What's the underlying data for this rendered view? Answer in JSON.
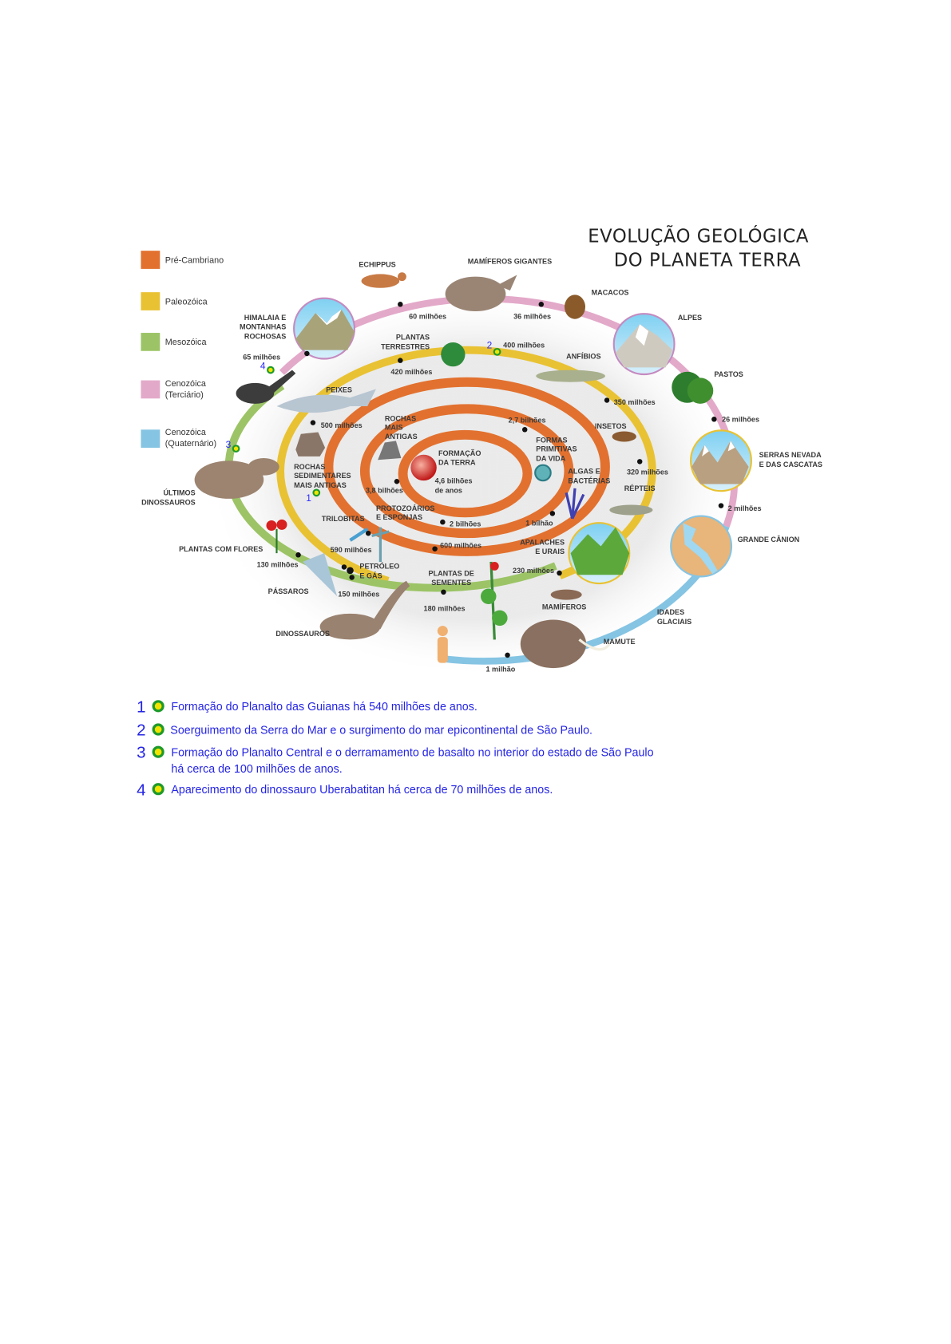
{
  "title": [
    "EVOLUÇÃO GEOLÓGICA",
    "DO PLANETA TERRA"
  ],
  "colors": {
    "pre_cambriano": "#e2712f",
    "paleozoica": "#e9c233",
    "mesozoica": "#9cc466",
    "cenozoica_terciario": "#e3a9c9",
    "cenozoica_quaternario": "#85c4e3",
    "marker_fill": "#f2e300",
    "marker_ring": "#1e9a2a",
    "note_text": "#2424e6"
  },
  "legend": [
    {
      "lines": [
        "Pré-Cambriano"
      ]
    },
    {
      "lines": [
        "Paleozóica"
      ]
    },
    {
      "lines": [
        "Mesozóica"
      ]
    },
    {
      "lines": [
        "Cenozóica",
        "(Terciário)"
      ]
    },
    {
      "lines": [
        "Cenozóica",
        "(Quaternário)"
      ]
    }
  ],
  "labels": {
    "echippus": "ECHIPPUS",
    "mamiferos_gigantes": "MAMÍFEROS GIGANTES",
    "macacos": "MACACOS",
    "alpes": "ALPES",
    "pastos": "PASTOS",
    "serras": [
      "SERRAS NEVADA",
      "E DAS CASCATAS"
    ],
    "grande_canion": "GRANDE CÂNION",
    "idades_glaciais": [
      "IDADES",
      "GLACIAIS"
    ],
    "mamute": "MAMUTE",
    "mamiferos": "MAMÍFEROS",
    "apalaches": [
      "APALACHES",
      "E URAIS"
    ],
    "repteis": "RÉPTEIS",
    "insetos": "INSETOS",
    "anfibios": "ANFÍBIOS",
    "himalaia": [
      "HIMALAIA E",
      "MONTANHAS",
      "ROCHOSAS"
    ],
    "plantas_terrestres": [
      "PLANTAS",
      "TERRESTRES"
    ],
    "peixes": "PEIXES",
    "rochas_antigas": [
      "ROCHAS",
      "MAIS",
      "ANTIGAS"
    ],
    "formas_primitivas": [
      "FORMAS",
      "PRIMITIVAS",
      "DA VIDA"
    ],
    "formacao_terra": [
      "FORMAÇÃO",
      "DA TERRA"
    ],
    "idade_terra": [
      "4,6 bilhões",
      "de anos"
    ],
    "algas": [
      "ALGAS E",
      "BACTÉRIAS"
    ],
    "rochas_sedimentares": [
      "ROCHAS",
      "SEDIMENTARES",
      "MAIS ANTIGAS"
    ],
    "protozoarios": [
      "PROTOZOÁRIOS",
      "E ESPONJAS"
    ],
    "trilobitas": "TRILOBITAS",
    "petroleo": [
      "PETRÓLEO",
      "E GÁS"
    ],
    "plantas_flores": "PLANTAS COM FLORES",
    "passaros": "PÁSSAROS",
    "plantas_sementes": [
      "PLANTAS DE",
      "SEMENTES"
    ],
    "dinossauros": "DINOSSAUROS",
    "ultimos_dinossauros": [
      "ÚLTIMOS",
      "DINOSSAUROS"
    ]
  },
  "times": {
    "t1milhao": "1 milhão",
    "t2milhoes": "2 milhões",
    "t26milhoes": "26 milhões",
    "t36milhoes": "36 milhões",
    "t60milhoes": "60 milhões",
    "t65milhoes": "65 milhões",
    "t130milhoes": "130 milhões",
    "t150milhoes": "150 milhões",
    "t180milhoes": "180 milhões",
    "t230milhoes": "230 milhões",
    "t320milhoes": "320 milhões",
    "t350milhoes": "350 milhões",
    "t400milhoes": "400 milhões",
    "t420milhoes": "420 milhões",
    "t500milhoes": "500 milhões",
    "t590milhoes": "590 milhões",
    "t600milhoes": "600 milhões",
    "t1bilhao": "1 bilhão",
    "t2bilhoes": "2 bilhões",
    "t27bilhoes": "2,7 bilhões",
    "t38bilhoes": "3,8 bilhões"
  },
  "markers": [
    "1",
    "2",
    "3",
    "4"
  ],
  "notes": [
    {
      "num": "1",
      "lines": [
        "Formação do Planalto das Guianas há 540 milhões de anos."
      ]
    },
    {
      "num": "2",
      "lines": [
        "Soerguimento da Serra do Mar e o surgimento do mar epicontinental de São Paulo."
      ]
    },
    {
      "num": "3",
      "lines": [
        "Formação do Planalto Central e o derramamento de basalto no interior do estado de São Paulo",
        "há cerca de 100 milhões de anos."
      ]
    },
    {
      "num": "4",
      "lines": [
        "Aparecimento do dinossauro Uberabatitan há cerca de 70 milhões de anos."
      ]
    }
  ]
}
